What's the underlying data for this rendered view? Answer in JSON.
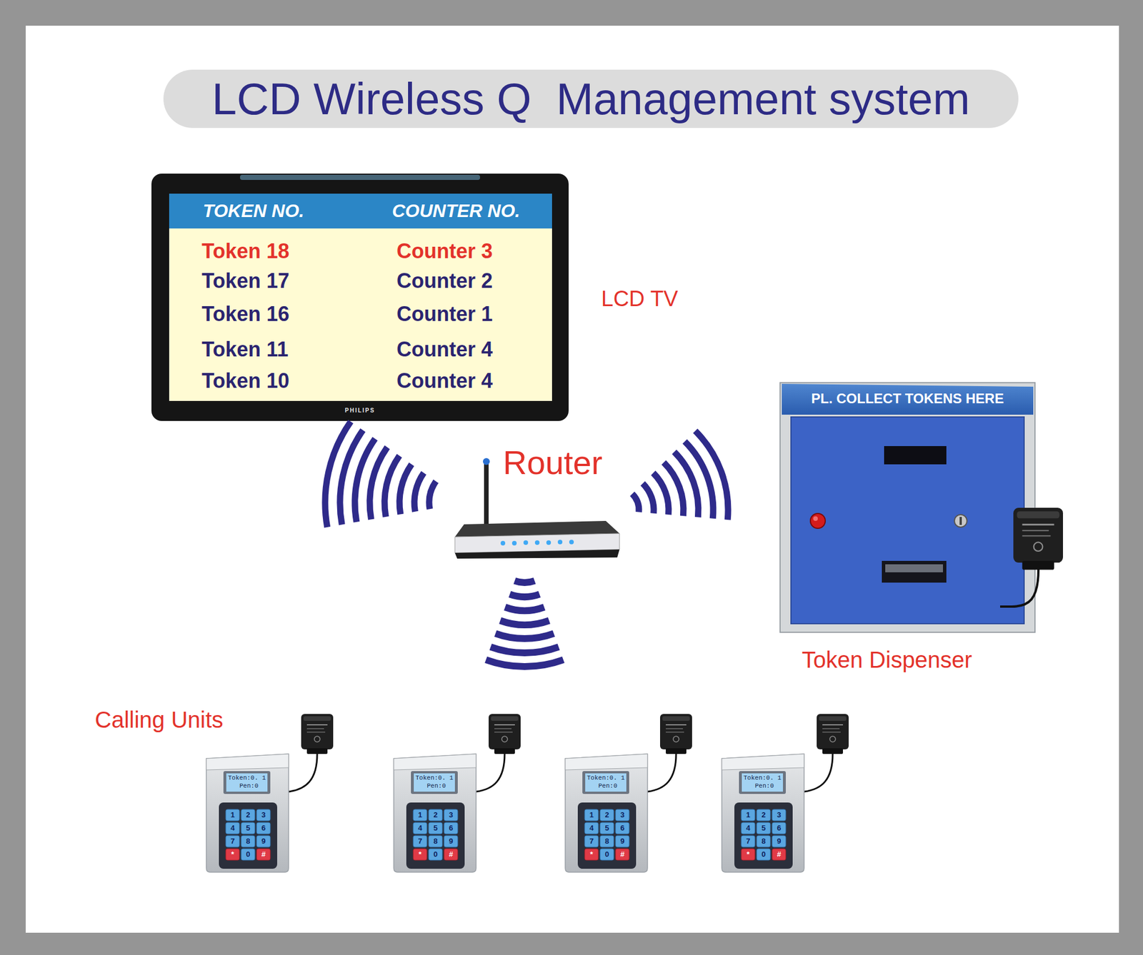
{
  "diagram": {
    "title": "LCD Wireless Q  Management system",
    "nodes": [
      {
        "text": [
          "TOKEN NO.",
          "COUNTER NO."
        ]
      },
      {
        "text": [
          "PL. COLLECT TOKENS HERE",
          "Token Dispenser"
        ]
      },
      {
        "text": [
          "Token:0. 1",
          "Pen:0"
        ]
      },
      {
        "text": [
          "Token:0. 1",
          "Pen:0"
        ]
      },
      {
        "text": [
          "Token:0. 1",
          "Pen:0"
        ]
      },
      {
        "text": [
          "Token:0. 1",
          "Pen:0"
        ]
      }
    ],
    "labels": [
      "Token 18",
      "Counter 3",
      "Token 17",
      "Counter 2",
      "Token 16",
      "Counter 1",
      "Token 11",
      "Counter 4",
      "Token 10",
      "Counter 4",
      "PHILIPS",
      "LCD TV",
      "Router",
      "Calling Units",
      "1",
      "2",
      "3",
      "4",
      "5",
      "6",
      "7",
      "8",
      "9",
      "*",
      "0",
      "#",
      "1",
      "2",
      "3",
      "4",
      "5",
      "6",
      "7",
      "8",
      "9",
      "*",
      "0",
      "#",
      "1",
      "2",
      "3",
      "4",
      "5",
      "6",
      "7",
      "8",
      "9",
      "*",
      "0",
      "#",
      "1",
      "2",
      "3",
      "4",
      "5",
      "6",
      "7",
      "8",
      "9",
      "*",
      "0",
      "#"
    ]
  }
}
